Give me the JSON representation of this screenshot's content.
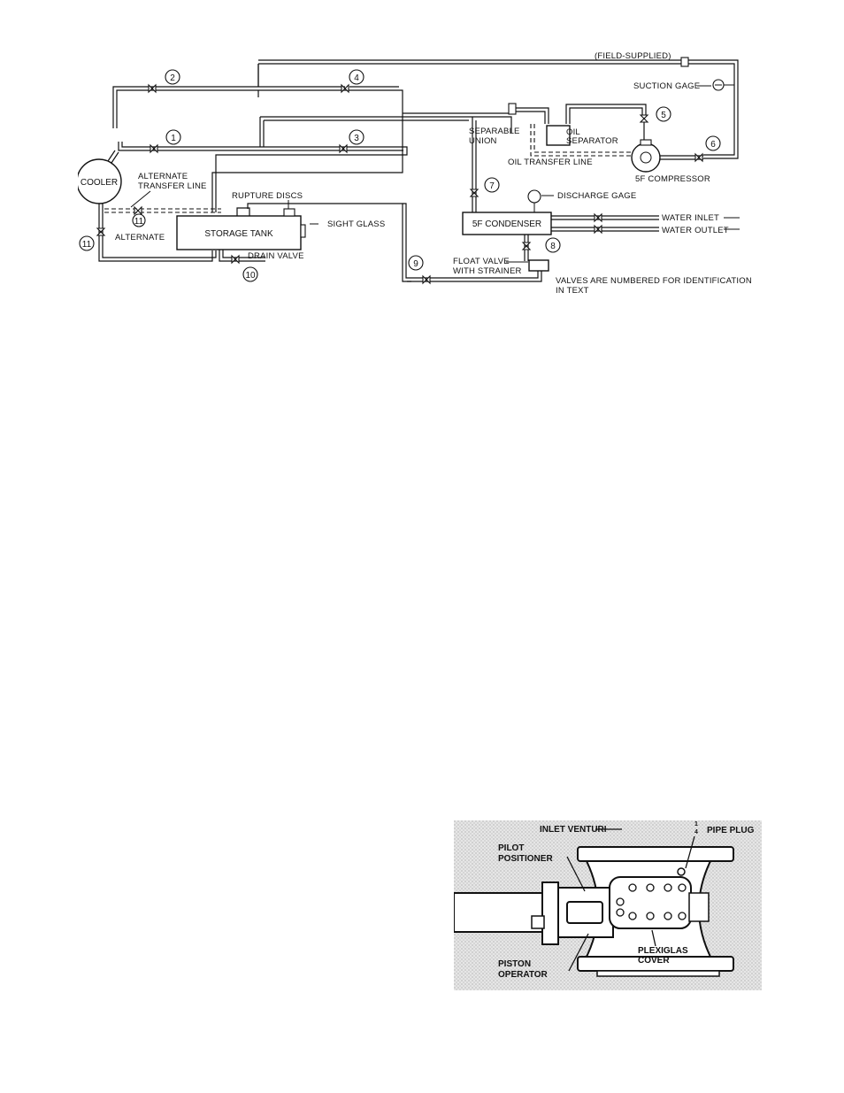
{
  "figure1": {
    "labels": {
      "field_supplied": "(FIELD-SUPPLIED)",
      "suction_gage": "SUCTION GAGE",
      "separable_union": [
        "SEPARABLE",
        "UNION"
      ],
      "oil_separator": [
        "OIL",
        "SEPARATOR"
      ],
      "oil_transfer_line": "OIL TRANSFER LINE",
      "compressor": "5F COMPRESSOR",
      "cooler": "COOLER",
      "alternate_transfer_line": [
        "ALTERNATE",
        "TRANSFER LINE"
      ],
      "rupture_discs": "RUPTURE DISCS",
      "sight_glass": "SIGHT GLASS",
      "storage_tank": "STORAGE TANK",
      "alternate": "ALTERNATE",
      "drain_valve": "DRAIN VALVE",
      "discharge_gage": "DISCHARGE GAGE",
      "condenser": "5F CONDENSER",
      "water_inlet": "WATER INLET",
      "water_outlet": "WATER OUTLET",
      "float_valve": [
        "FLOAT VALVE",
        "WITH STRAINER"
      ],
      "note": [
        "VALVES ARE NUMBERED FOR IDENTIFICATION",
        "IN TEXT"
      ]
    },
    "valve_numbers": [
      "1",
      "2",
      "3",
      "4",
      "5",
      "6",
      "7",
      "8",
      "9",
      "10",
      "11",
      "11"
    ]
  },
  "figure2": {
    "labels": {
      "inlet_venturi": "INLET VENTURI",
      "pipe_plug_fraction_num": "1",
      "pipe_plug_fraction_den": "4",
      "pipe_plug": "PIPE PLUG",
      "pilot_positioner": [
        "PILOT",
        "POSITIONER"
      ],
      "piston_operator": [
        "PISTON",
        "OPERATOR"
      ],
      "plexiglas_cover": [
        "PLEXIGLAS",
        "COVER"
      ]
    }
  }
}
